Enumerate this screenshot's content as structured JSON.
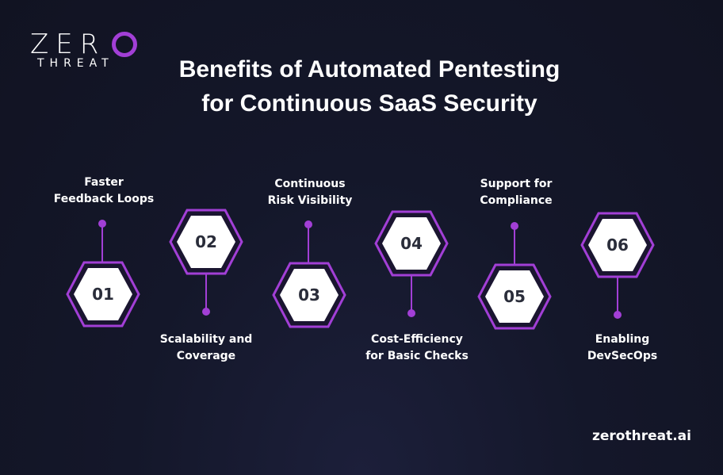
{
  "brand": {
    "logo_word": "ZER",
    "logo_sub": "THREAT",
    "accent": "#a23fd6"
  },
  "title": {
    "line1": "Benefits of Automated Pentesting",
    "line2": "for Continuous SaaS Security"
  },
  "steps": [
    {
      "number": "01",
      "label_line1": "Faster",
      "label_line2": "Feedback Loops"
    },
    {
      "number": "02",
      "label_line1": "Scalability and",
      "label_line2": "Coverage"
    },
    {
      "number": "03",
      "label_line1": "Continuous",
      "label_line2": "Risk Visibility"
    },
    {
      "number": "04",
      "label_line1": "Cost-Efficiency",
      "label_line2": "for Basic Checks"
    },
    {
      "number": "05",
      "label_line1": "Support for",
      "label_line2": "Compliance"
    },
    {
      "number": "06",
      "label_line1": "Enabling",
      "label_line2": "DevSecOps"
    }
  ],
  "footer": {
    "site": "zerothreat.ai"
  }
}
